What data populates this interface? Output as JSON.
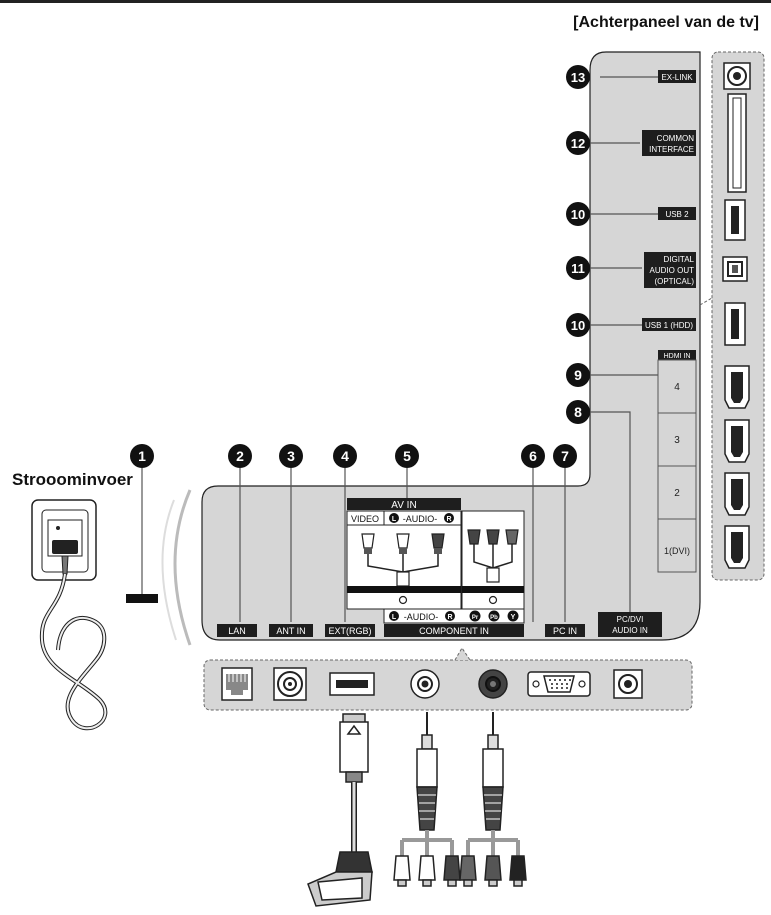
{
  "header": {
    "title": "[Achterpaneel van de tv]"
  },
  "power": {
    "label": "Strooominvoer"
  },
  "callouts": [
    {
      "number": "1"
    },
    {
      "number": "2"
    },
    {
      "number": "3"
    },
    {
      "number": "4"
    },
    {
      "number": "5"
    },
    {
      "number": "6"
    },
    {
      "number": "7"
    },
    {
      "number": "8"
    },
    {
      "number": "9"
    },
    {
      "number": "10"
    },
    {
      "number": "10"
    },
    {
      "number": "11"
    },
    {
      "number": "12"
    },
    {
      "number": "13"
    }
  ],
  "side_ports": {
    "ex_link": "EX-LINK",
    "common_interface_1": "COMMON",
    "common_interface_2": "INTERFACE",
    "usb2": "USB 2",
    "digital_audio_1": "DIGITAL",
    "digital_audio_2": "AUDIO OUT",
    "digital_audio_3": "(OPTICAL)",
    "usb1": "USB 1 (HDD)",
    "hdmi_header": "HDMI IN",
    "hdmi_4": "4",
    "hdmi_3": "3",
    "hdmi_2": "2",
    "hdmi_1": "1(DVI)"
  },
  "bottom_ports": {
    "lan": "LAN",
    "ant_in": "ANT IN",
    "ext_rgb": "EXT(RGB)",
    "av_in": "AV IN",
    "video": "VIDEO",
    "audio_l": "L",
    "audio_word": "-AUDIO-",
    "audio_r": "R",
    "component_audio_l": "L",
    "component_audio_word": "-AUDIO-",
    "component_audio_r": "R",
    "pr": "Pr",
    "pb": "Pb",
    "y": "Y",
    "component_in": "COMPONENT IN",
    "pc_in": "PC IN",
    "pc_dvi_audio_1": "PC/DVI",
    "pc_dvi_audio_2": "AUDIO IN"
  },
  "colors": {
    "panel": "#d6d6d6",
    "label_bg": "#1e1e1e",
    "callout_bg": "#111111",
    "connector_fill": "#ffffff",
    "outline": "#222222"
  }
}
